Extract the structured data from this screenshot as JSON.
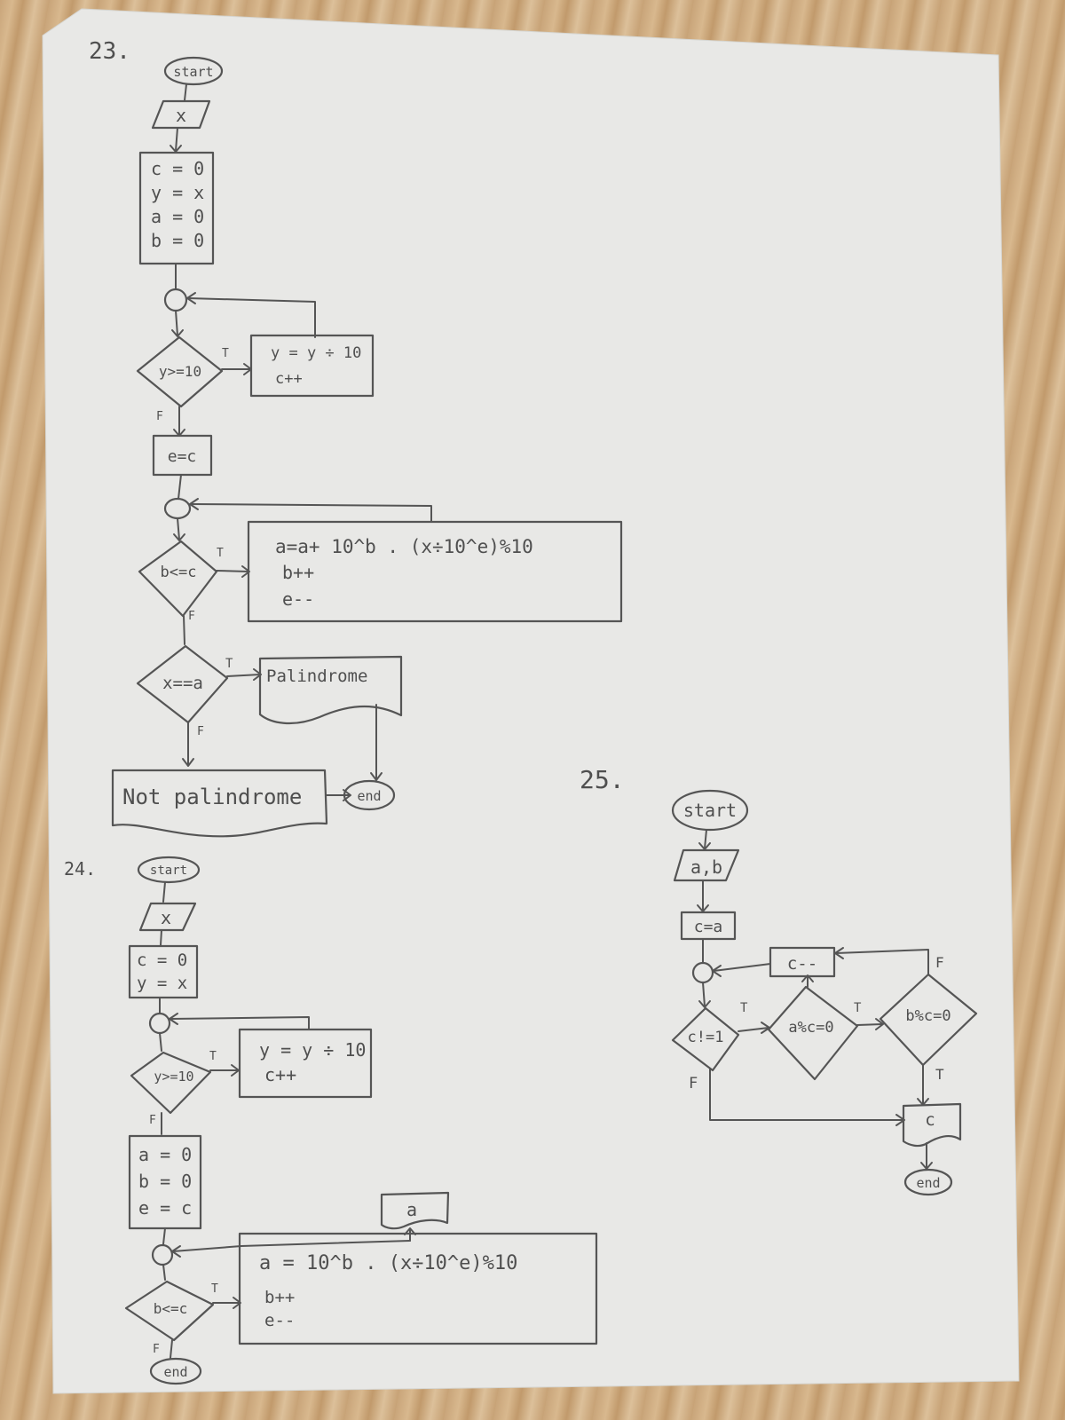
{
  "flowcharts": [
    {
      "number": "23.",
      "start": "start",
      "input": "x",
      "init": [
        "c = 0",
        "y = x",
        "a = 0",
        "b = 0"
      ],
      "loop1": {
        "condition": "y>=10",
        "true_label": "T",
        "false_label": "F",
        "body": [
          "y = y ÷ 10",
          "c++"
        ]
      },
      "assign": "e=c",
      "loop2": {
        "condition": "b<=c",
        "true_label": "T",
        "false_label": "F",
        "body": [
          "a=a+ 10^b . (x÷10^e)%10",
          "b++",
          "e--"
        ]
      },
      "check": {
        "condition": "x==a",
        "true_label": "T",
        "false_label": "F"
      },
      "output_true": "Palindrome",
      "output_false": "Not palindrome",
      "end": "end"
    },
    {
      "number": "24.",
      "start": "start",
      "input": "x",
      "init": [
        "c = 0",
        "y = x"
      ],
      "loop1": {
        "condition": "y>=10",
        "true_label": "T",
        "false_label": "F",
        "body": [
          "y = y ÷ 10",
          "c++"
        ]
      },
      "init2": [
        "a = 0",
        "b = 0",
        "e = c"
      ],
      "loop2": {
        "condition": "b<=c",
        "true_label": "T",
        "false_label": "F",
        "body": [
          "a = 10^b . (x÷10^e)%10",
          "b++",
          "e--"
        ]
      },
      "output": "a",
      "end": "end"
    },
    {
      "number": "25.",
      "start": "start",
      "input": "a,b",
      "assign": "c=a",
      "loop": {
        "condition": "c!=1",
        "true_label": "T",
        "false_label": "F"
      },
      "check1": {
        "condition": "a%c=0",
        "true_label": "T"
      },
      "check2": {
        "condition": "b%c=0",
        "true_label": "T",
        "false_label": "F"
      },
      "decrement": "c--",
      "output": "c",
      "end": "end"
    }
  ]
}
